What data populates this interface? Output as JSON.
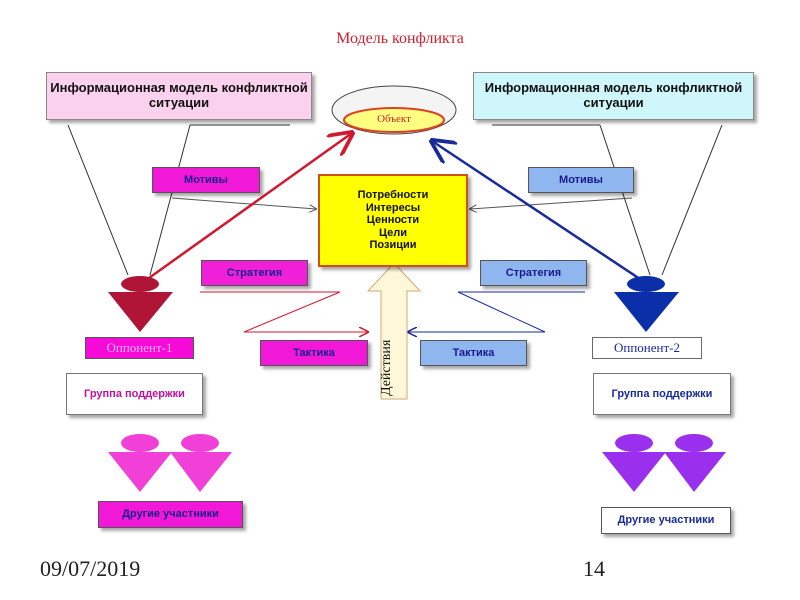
{
  "title": "Модель конфликта",
  "info_left": "Информационная модель конфликтной ситуации",
  "info_right": "Информационная модель конфликтной ситуации",
  "object_label": "Объект",
  "motives_left": "Мотивы",
  "motives_right": "Мотивы",
  "center_items": [
    "Потребности",
    "Интересы",
    "Ценности",
    "Цели",
    "Позиции"
  ],
  "strategy_left": "Стратегия",
  "strategy_right": "Стратегия",
  "tactics_left": "Тактика",
  "tactics_right": "Тактика",
  "actions_label": "Действия",
  "opponent_left": "Оппонент-1",
  "opponent_right": "Оппонент-2",
  "support_left": "Группа поддержки",
  "support_right": "Группа поддержки",
  "others_left": "Другие участники",
  "others_right": "Другие участники",
  "footer_date": "09/07/2019",
  "footer_page": "14",
  "colors": {
    "left_accent": "#f118d8",
    "right_accent": "#8fb6ef",
    "opponent1_figure": "#b01538",
    "opponent2_figure": "#0a2fa8",
    "left_group_figures": "#f040d8",
    "right_group_figures": "#9a30ee",
    "left_arrow": "#d01830",
    "right_arrow": "#1a2a9a"
  }
}
